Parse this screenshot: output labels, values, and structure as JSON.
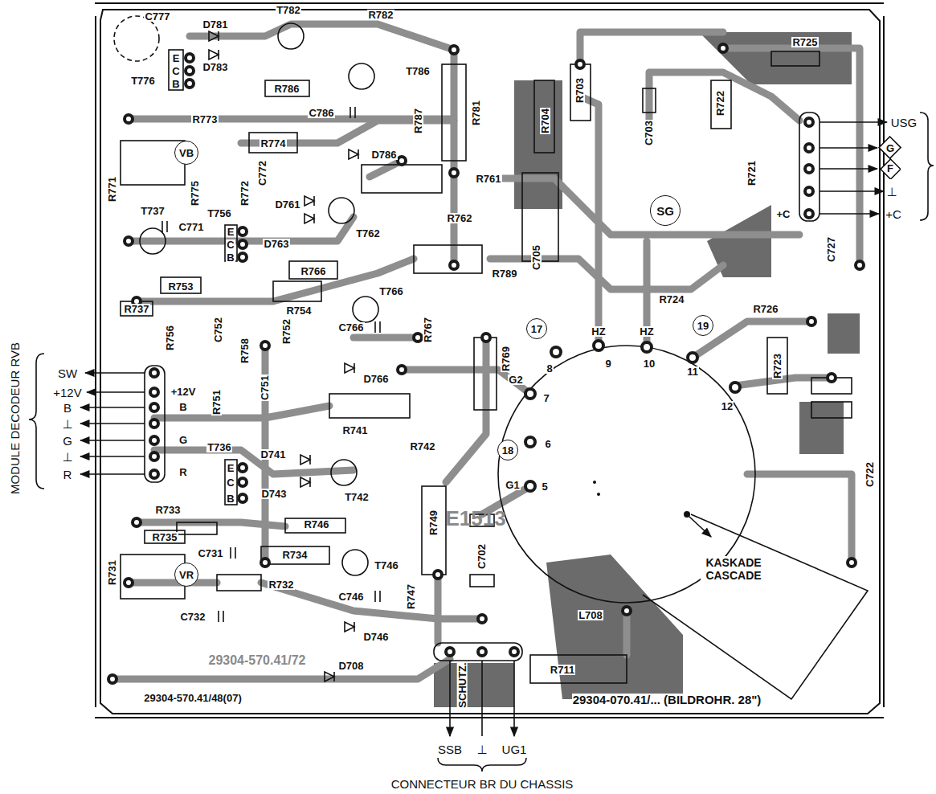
{
  "diagram": {
    "nodes": [
      {
        "text": [
          "G"
        ]
      },
      {
        "text": [
          "VB"
        ]
      },
      {
        "text": [
          "F"
        ]
      },
      {
        "text": [
          "SG"
        ]
      },
      {
        "text": [
          "19"
        ]
      },
      {
        "text": [
          "17"
        ]
      },
      {
        "text": [
          "18"
        ]
      },
      {
        "text": [
          "VR"
        ]
      }
    ],
    "labels": [
      "C777",
      "T782",
      "D781",
      "R782",
      "R725",
      "E",
      "D783",
      "T786",
      "C",
      "T776",
      "B",
      "R786",
      "R703",
      "R722",
      "R781",
      "C786",
      "R773",
      "R787",
      "R704",
      "USG",
      "C703",
      "R774",
      "D786",
      "C772",
      "R721",
      "R761",
      "R771",
      "R775",
      "R772",
      "⊥",
      "D761",
      "+C",
      "+C",
      "T737",
      "T756",
      "R762",
      "C771",
      "E",
      "T762",
      "D763",
      "C",
      "C727",
      "C705",
      "B",
      "R766",
      "R789",
      "T766",
      "R753",
      "R724",
      "R726",
      "R754",
      "R737",
      "C766",
      "C752",
      "R767",
      "R752",
      "R756",
      "HZ",
      "HZ",
      "R758",
      "9",
      "10",
      "R769",
      "R723",
      "8",
      "SW",
      "11",
      "D766",
      "G2",
      "C751",
      "+12V",
      "+12V",
      "R751",
      "7",
      "12",
      "B",
      "B",
      "⊥",
      "R741",
      "G",
      "G",
      "6",
      "R742",
      "T736",
      "D741",
      "⊥",
      "E",
      "R",
      "R",
      "C722",
      "C",
      "G1",
      "5",
      "T742",
      "D743",
      "B",
      "R733",
      "E1513",
      "R749",
      "R746",
      "C731",
      "R734",
      "C702",
      "R735",
      "T746",
      "R731",
      "R732",
      "C746",
      "R747",
      "C732",
      "L708",
      "D746",
      "29304-570.41/72",
      "D708",
      "R711",
      "SCHUTZ.",
      "29304-570.41/48(07)",
      "29304-070.41/... (BILDROHR. 28\")",
      "SSB",
      "⊥",
      "UG1",
      "CONNECTEUR BR DU CHASSIS",
      "MODULE DECODEUR RVB",
      "KASKADE CASCADE"
    ]
  }
}
